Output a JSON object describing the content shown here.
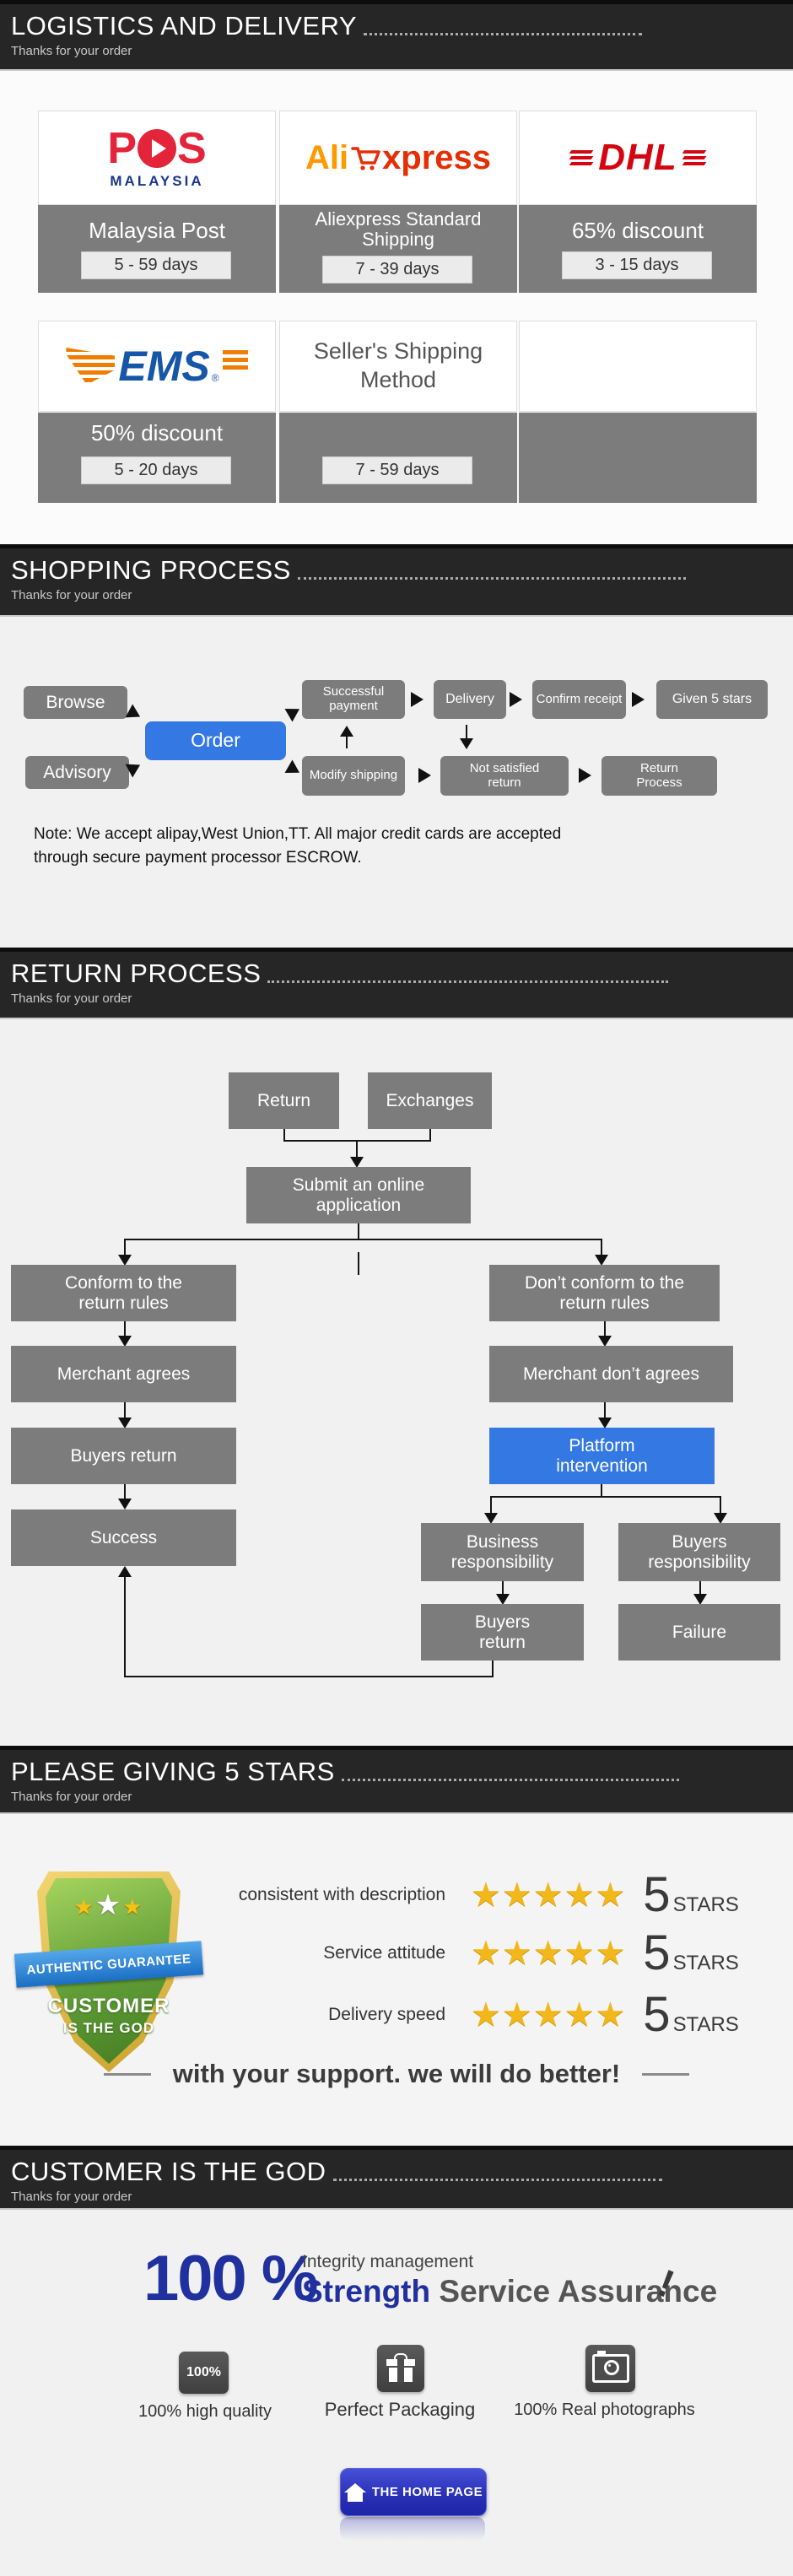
{
  "headers": {
    "subtitle": "Thanks for your order",
    "logistics": "LOGISTICS AND DELIVERY",
    "shopping": "SHOPPING PROCESS",
    "return_process": "RETURN PROCESS",
    "stars": "PLEASE GIVING 5 STARS",
    "customer": "CUSTOMER IS THE GOD"
  },
  "logistics": {
    "logos": {
      "pos_p": "P",
      "pos_s": "S",
      "pos_country": "MALAYSIA",
      "ali_prefix": "Ali",
      "ali_suffix": "xpress",
      "dhl": "DHL",
      "ems": "EMS",
      "ems_reg": "®",
      "seller_method": "Seller's Shipping Method"
    },
    "cells": {
      "malaysia_post": {
        "label": "Malaysia Post",
        "days": "5 - 59 days"
      },
      "aliexpress": {
        "label": "Aliexpress Standard Shipping",
        "days": "7 - 39 days"
      },
      "dhl": {
        "label": "65% discount",
        "days": "3 - 15 days"
      },
      "ems": {
        "label": "50% discount",
        "days": "5 - 20 days"
      },
      "seller": {
        "days": "7 - 59 days"
      }
    }
  },
  "shopping": {
    "nodes": {
      "browse": "Browse",
      "advisory": "Advisory",
      "order": "Order",
      "successful_payment": "Successful payment",
      "delivery": "Delivery",
      "confirm_receipt": "Confirm receipt",
      "given_5_stars": "Given 5 stars",
      "modify_shipping": "Modify shipping",
      "not_satisfied_return": "Not satisfied return",
      "return_process": "Return Process"
    },
    "note_line1": "Note: We accept alipay,West Union,TT. All major credit cards are accepted",
    "note_line2": "through secure payment processor ESCROW."
  },
  "return_flow": {
    "nodes": {
      "return": "Return",
      "exchanges": "Exchanges",
      "submit": "Submit an online application",
      "conform": "Conform to the return rules",
      "dont_conform": "Don’t conform to the return rules",
      "merchant_agrees": "Merchant agrees",
      "merchant_dont_agrees": "Merchant don’t agrees",
      "buyers_return": "Buyers return",
      "platform": "Platform intervention",
      "success": "Success",
      "business_resp": "Business responsibility",
      "buyers_resp": "Buyers responsibility",
      "buyers_return2": "Buyers return",
      "failure": "Failure"
    }
  },
  "stars": {
    "badge": {
      "ribbon": "AUTHENTIC GUARANTEE",
      "line1": "CUSTOMER",
      "line2": "IS THE GOD",
      "star": "★"
    },
    "rows": [
      {
        "label": "consistent with description",
        "stars": "★★★★★",
        "score": "5",
        "suffix": "STARS"
      },
      {
        "label": "Service attitude",
        "stars": "★★★★★",
        "score": "5",
        "suffix": "STARS"
      },
      {
        "label": "Delivery speed",
        "stars": "★★★★★",
        "score": "5",
        "suffix": "STARS"
      }
    ],
    "support_line": "with your support. we will do better!"
  },
  "customer": {
    "percent": "100 %",
    "integrity": "Integrity management",
    "strength": "Strength",
    "assurance": " Service Assurance",
    "bang": "!",
    "badges": [
      {
        "icon_text": "100%",
        "label": "100% high quality"
      },
      {
        "label": "Perfect Packaging"
      },
      {
        "label": "100% Real photographs"
      }
    ],
    "home_button": "THE HOME PAGE"
  },
  "colors": {
    "header_bg": "#262626",
    "box_gray": "#7c7c7c",
    "accent_blue": "#3478e4",
    "deep_blue": "#20309e",
    "dhl_red": "#d40511",
    "pos_red": "#e3243b",
    "pos_blue": "#18368f",
    "ali_orange": "#ff9900",
    "ali_red": "#e62e04",
    "ems_blue": "#1656a8",
    "ems_orange": "#f07c00",
    "star_gold": "#f2b71b",
    "home_blue": "#2a31b8"
  }
}
